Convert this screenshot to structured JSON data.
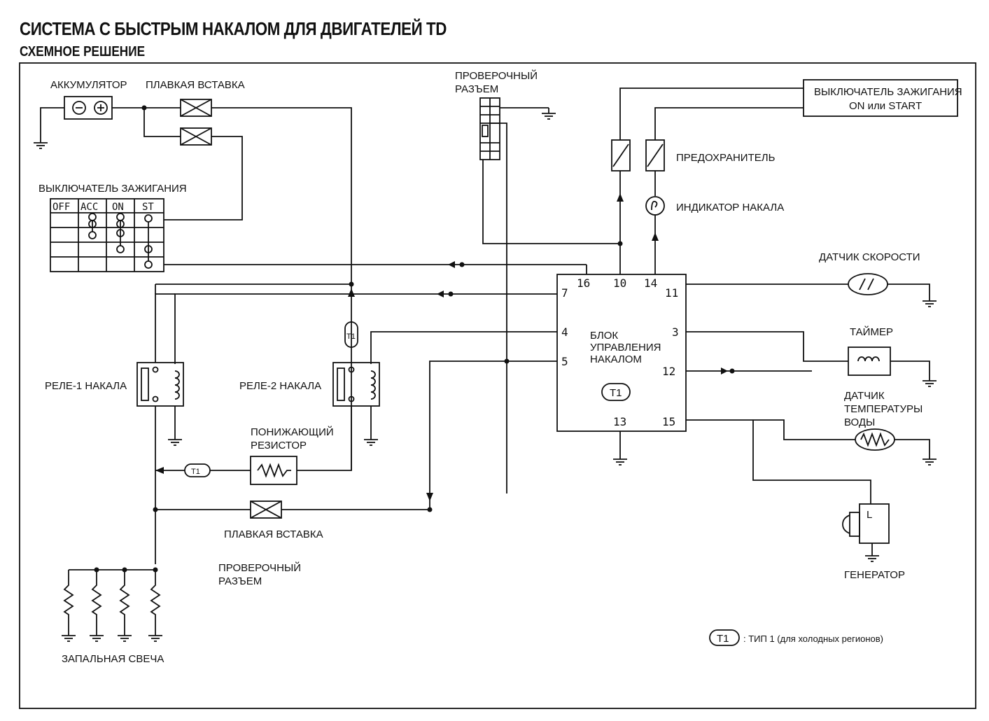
{
  "title": "СИСТЕМА С  БЫСТРЫМ НАКАЛОМ ДЛЯ ДВИГАТЕЛЕЙ TD",
  "subtitle": "СХЕМНОЕ РЕШЕНИЕ",
  "labels": {
    "battery": "АККУМУЛЯТОР",
    "fusible_link_top": "ПЛАВКАЯ ВСТАВКА",
    "fusible_link_bottom": "ПЛАВКАЯ ВСТАВКА",
    "ignition_switch": "ВЫКЛЮЧАТЕЛЬ ЗАЖИГАНИЯ",
    "check_connector_top_1": "ПРОВЕРОЧНЫЙ",
    "check_connector_top_2": "РАЗЪЕМ",
    "check_connector_bottom_1": "ПРОВЕРОЧНЫЙ",
    "check_connector_bottom_2": "РАЗЪЕМ",
    "ign_on_start_1": "ВЫКЛЮЧАТЕЛЬ ЗАЖИГАНИЯ",
    "ign_on_start_2": "ON или START",
    "fuse": "ПРЕДОХРАНИТЕЛЬ",
    "glow_indicator": "ИНДИКАТОР НАКАЛА",
    "speed_sensor": "ДАТЧИК СКОРОСТИ",
    "timer": "ТАЙМЕР",
    "water_temp_1": "ДАТЧИК",
    "water_temp_2": "ТЕМПЕРАТУРЫ",
    "water_temp_3": "ВОДЫ",
    "generator": "ГЕНЕРАТОР",
    "relay1": "РЕЛЕ-1 НАКАЛА",
    "relay2": "РЕЛЕ-2 НАКАЛА",
    "resistor_1": "ПОНИЖАЮЩИЙ",
    "resistor_2": "РЕЗИСТОР",
    "glow_plug": "ЗАПАЛЬНАЯ СВЕЧА",
    "ecu_1": "БЛОК",
    "ecu_2": "УПРАВЛЕНИЯ",
    "ecu_3": "НАКАЛОМ",
    "legend_note": ": ТИП 1 (для холодных регионов)",
    "t1": "T1",
    "generator_term": "L"
  },
  "ignition_table": {
    "headers": [
      "OFF",
      "ACC",
      "ON",
      "ST"
    ]
  },
  "ecu_pins": {
    "p16": "16",
    "p10": "10",
    "p14": "14",
    "p11": "11",
    "p7": "7",
    "p4": "4",
    "p5": "5",
    "p3": "3",
    "p12": "12",
    "p13": "13",
    "p15": "15"
  }
}
